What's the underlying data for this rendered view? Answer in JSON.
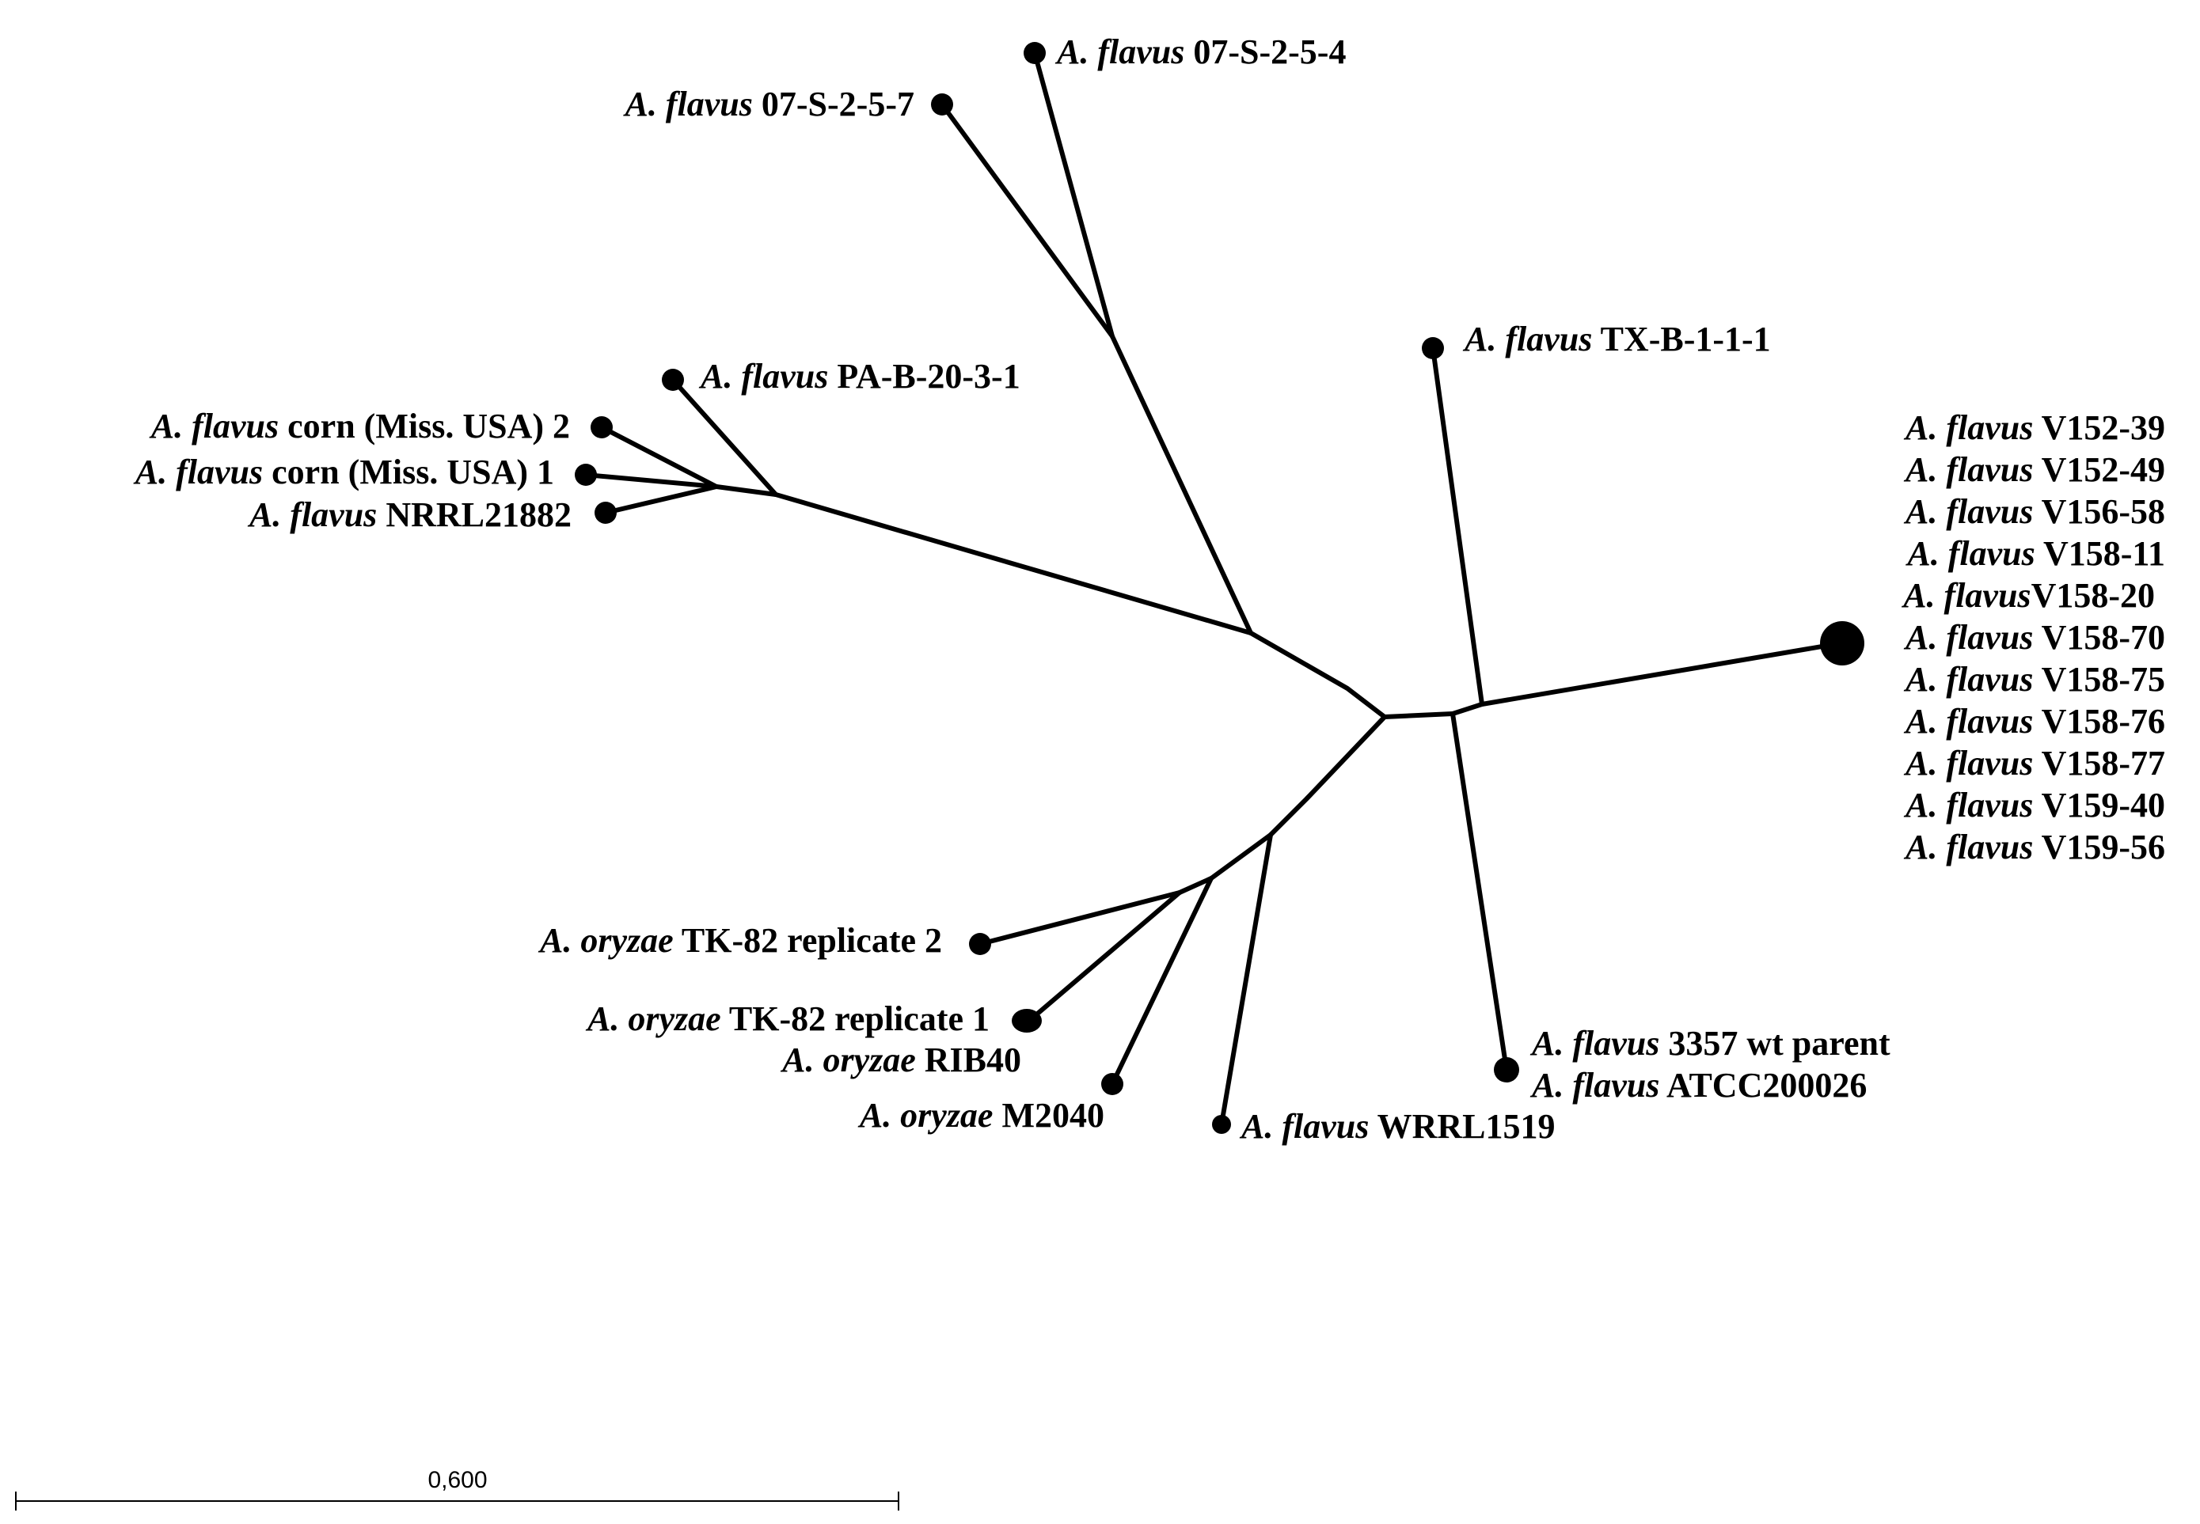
{
  "tree": {
    "leaves": [
      {
        "genus": "A. flavus",
        "strain": "07-S-2-5-4"
      },
      {
        "genus": "A. flavus",
        "strain": "07-S-2-5-7"
      },
      {
        "genus": "A. flavus",
        "strain": "PA-B-20-3-1"
      },
      {
        "genus": "A. flavus",
        "strain": "corn (Miss. USA) 2"
      },
      {
        "genus": "A. flavus",
        "strain": "corn (Miss. USA) 1"
      },
      {
        "genus": "A. flavus",
        "strain": "NRRL21882"
      },
      {
        "genus": "A. flavus",
        "strain": "TX-B-1-1-1"
      },
      {
        "genus": "A. flavus",
        "strain": "V152-39"
      },
      {
        "genus": "A. flavus",
        "strain": "V152-49"
      },
      {
        "genus": "A. flavus",
        "strain": "V156-58"
      },
      {
        "genus": "A. flavus",
        "strain": "V158-11"
      },
      {
        "genus": "A. flavus",
        "strain": "V158-20"
      },
      {
        "genus": "A. flavus",
        "strain": "V158-70"
      },
      {
        "genus": "A. flavus",
        "strain": "V158-75"
      },
      {
        "genus": "A. flavus",
        "strain": "V158-76"
      },
      {
        "genus": "A. flavus",
        "strain": "V158-77"
      },
      {
        "genus": "A. flavus",
        "strain": "V159-40"
      },
      {
        "genus": "A. flavus",
        "strain": "V159-56"
      },
      {
        "genus": "A. oryzae",
        "strain": "TK-82 replicate 2"
      },
      {
        "genus": "A. oryzae",
        "strain": "TK-82 replicate 1"
      },
      {
        "genus": "A. oryzae",
        "strain": "RIB40"
      },
      {
        "genus": "A. oryzae",
        "strain": "M2040"
      },
      {
        "genus": "A. flavus",
        "strain": "WRRL1519"
      },
      {
        "genus": "A. flavus",
        "strain": "3357 wt parent"
      },
      {
        "genus": "A. flavus",
        "strain": "ATCC200026"
      }
    ],
    "scale_bar_label": "0,600"
  }
}
